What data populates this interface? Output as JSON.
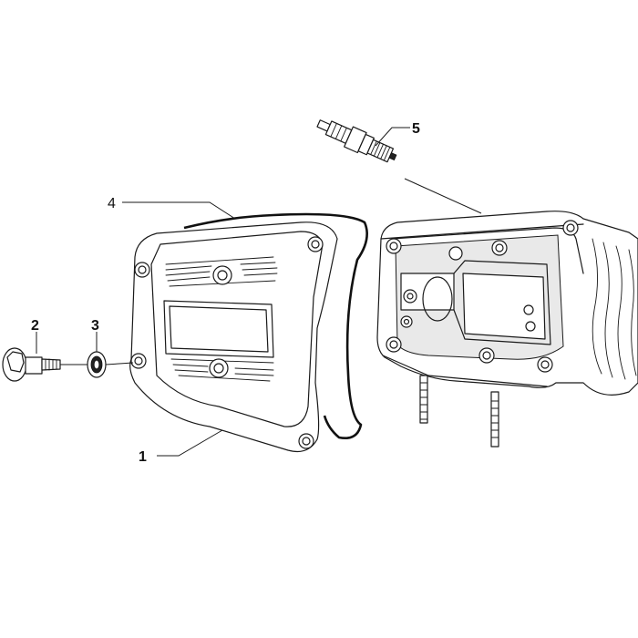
{
  "diagram": {
    "callouts": [
      {
        "id": "1",
        "label": "1",
        "part": "rocker-cover"
      },
      {
        "id": "2",
        "label": "2",
        "part": "flange-bolt"
      },
      {
        "id": "3",
        "label": "3",
        "part": "sealing-washer"
      },
      {
        "id": "4",
        "label": "4",
        "part": "cover-gasket"
      },
      {
        "id": "5",
        "label": "5",
        "part": "spark-plug"
      }
    ]
  },
  "colors": {
    "line": "#1a1a1a",
    "background": "#ffffff"
  }
}
